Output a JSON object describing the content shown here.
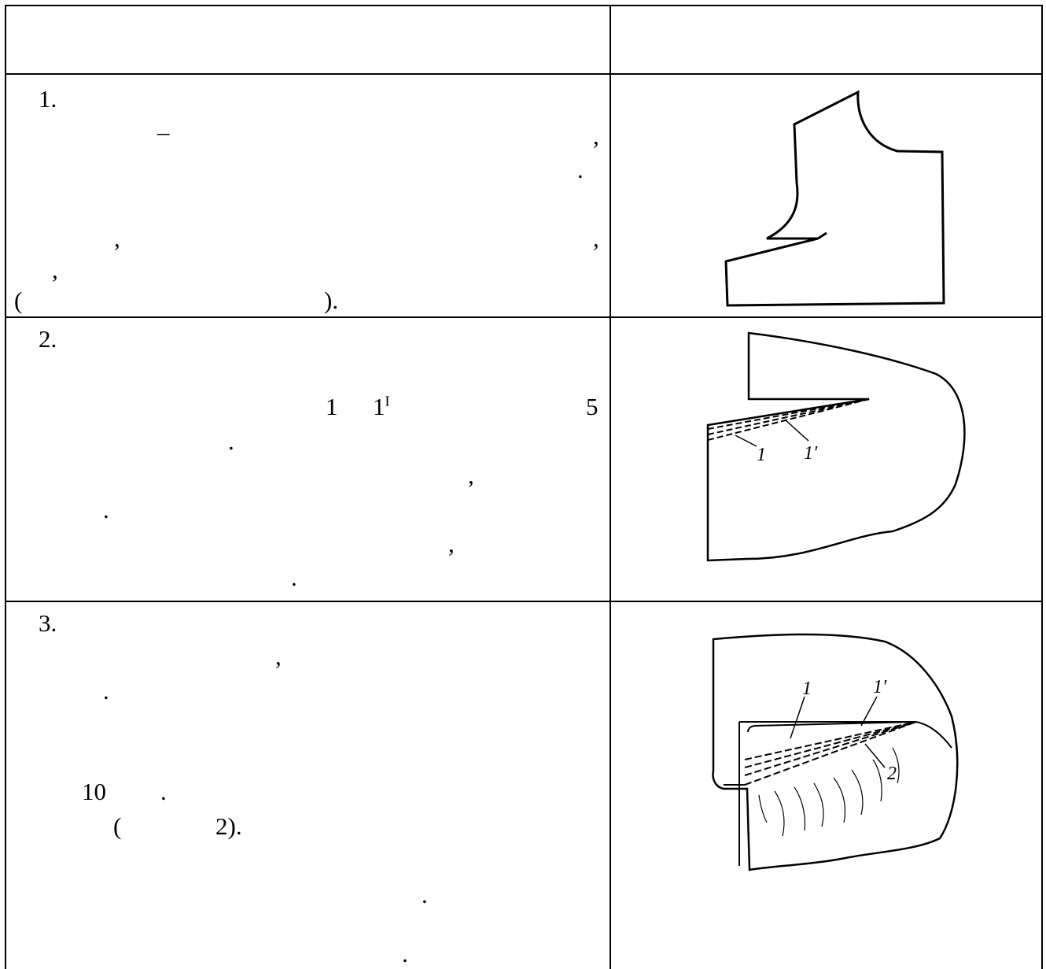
{
  "rows": [
    {
      "number": "1.",
      "fragments": [
        "–",
        ",",
        ".",
        ",",
        ",",
        ",",
        "(",
        ")."
      ]
    },
    {
      "number": "2.",
      "fragments": [
        "1",
        "1",
        "I",
        "5",
        ".",
        ",",
        ".",
        ",",
        "."
      ],
      "figure_labels": [
        "1",
        "1′"
      ]
    },
    {
      "number": "3.",
      "fragments": [
        ",",
        ".",
        "10",
        ".",
        "(",
        "2).",
        ".",
        "."
      ],
      "figure_labels": [
        "1",
        "1′",
        "2"
      ]
    }
  ]
}
